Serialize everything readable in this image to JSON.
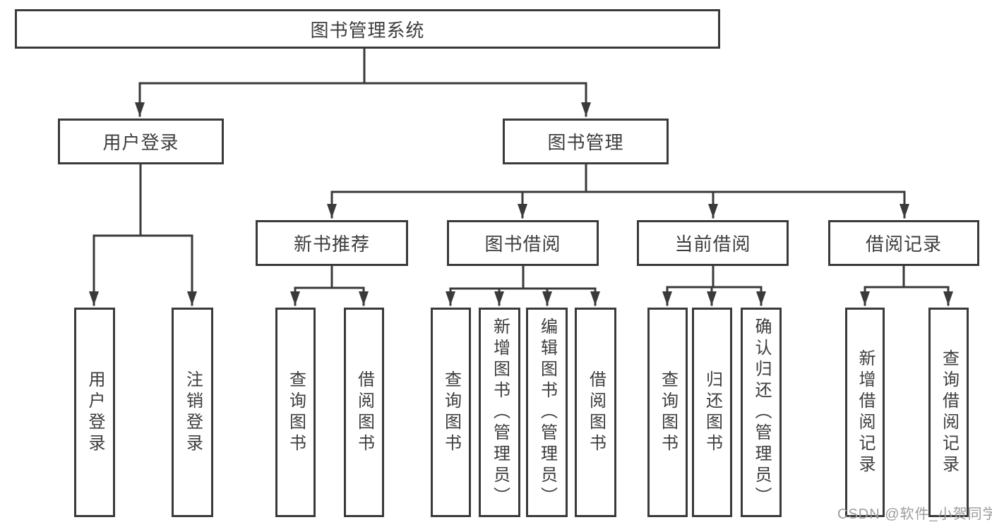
{
  "diagram": {
    "type": "hierarchy-tree",
    "root": {
      "label": "图书管理系统"
    },
    "level2": [
      {
        "label": "用户登录"
      },
      {
        "label": "图书管理"
      }
    ],
    "level3": [
      {
        "label": "新书推荐",
        "parent": "图书管理"
      },
      {
        "label": "图书借阅",
        "parent": "图书管理"
      },
      {
        "label": "当前借阅",
        "parent": "图书管理"
      },
      {
        "label": "借阅记录",
        "parent": "图书管理"
      }
    ],
    "leaves": [
      {
        "label": "用户登录",
        "parent": "用户登录"
      },
      {
        "label": "注销登录",
        "parent": "用户登录"
      },
      {
        "label": "查询图书",
        "parent": "新书推荐"
      },
      {
        "label": "借阅图书",
        "parent": "新书推荐"
      },
      {
        "label": "查询图书",
        "parent": "图书借阅"
      },
      {
        "label": "新增图书（管理员）",
        "parent": "图书借阅"
      },
      {
        "label": "编辑图书（管理员）",
        "parent": "图书借阅"
      },
      {
        "label": "借阅图书",
        "parent": "图书借阅"
      },
      {
        "label": "查询图书",
        "parent": "当前借阅"
      },
      {
        "label": "归还图书",
        "parent": "当前借阅"
      },
      {
        "label": "确认归还（管理员）",
        "parent": "当前借阅"
      },
      {
        "label": "新增借阅记录",
        "parent": "借阅记录"
      },
      {
        "label": "查询借阅记录",
        "parent": "借阅记录"
      }
    ]
  },
  "watermark": {
    "text": "CSDN @软件_小贺同学"
  },
  "colors": {
    "line": "#3a3a3a",
    "text": "#3d3d3d",
    "watermark": "#9c9c9c",
    "background": "#ffffff"
  }
}
